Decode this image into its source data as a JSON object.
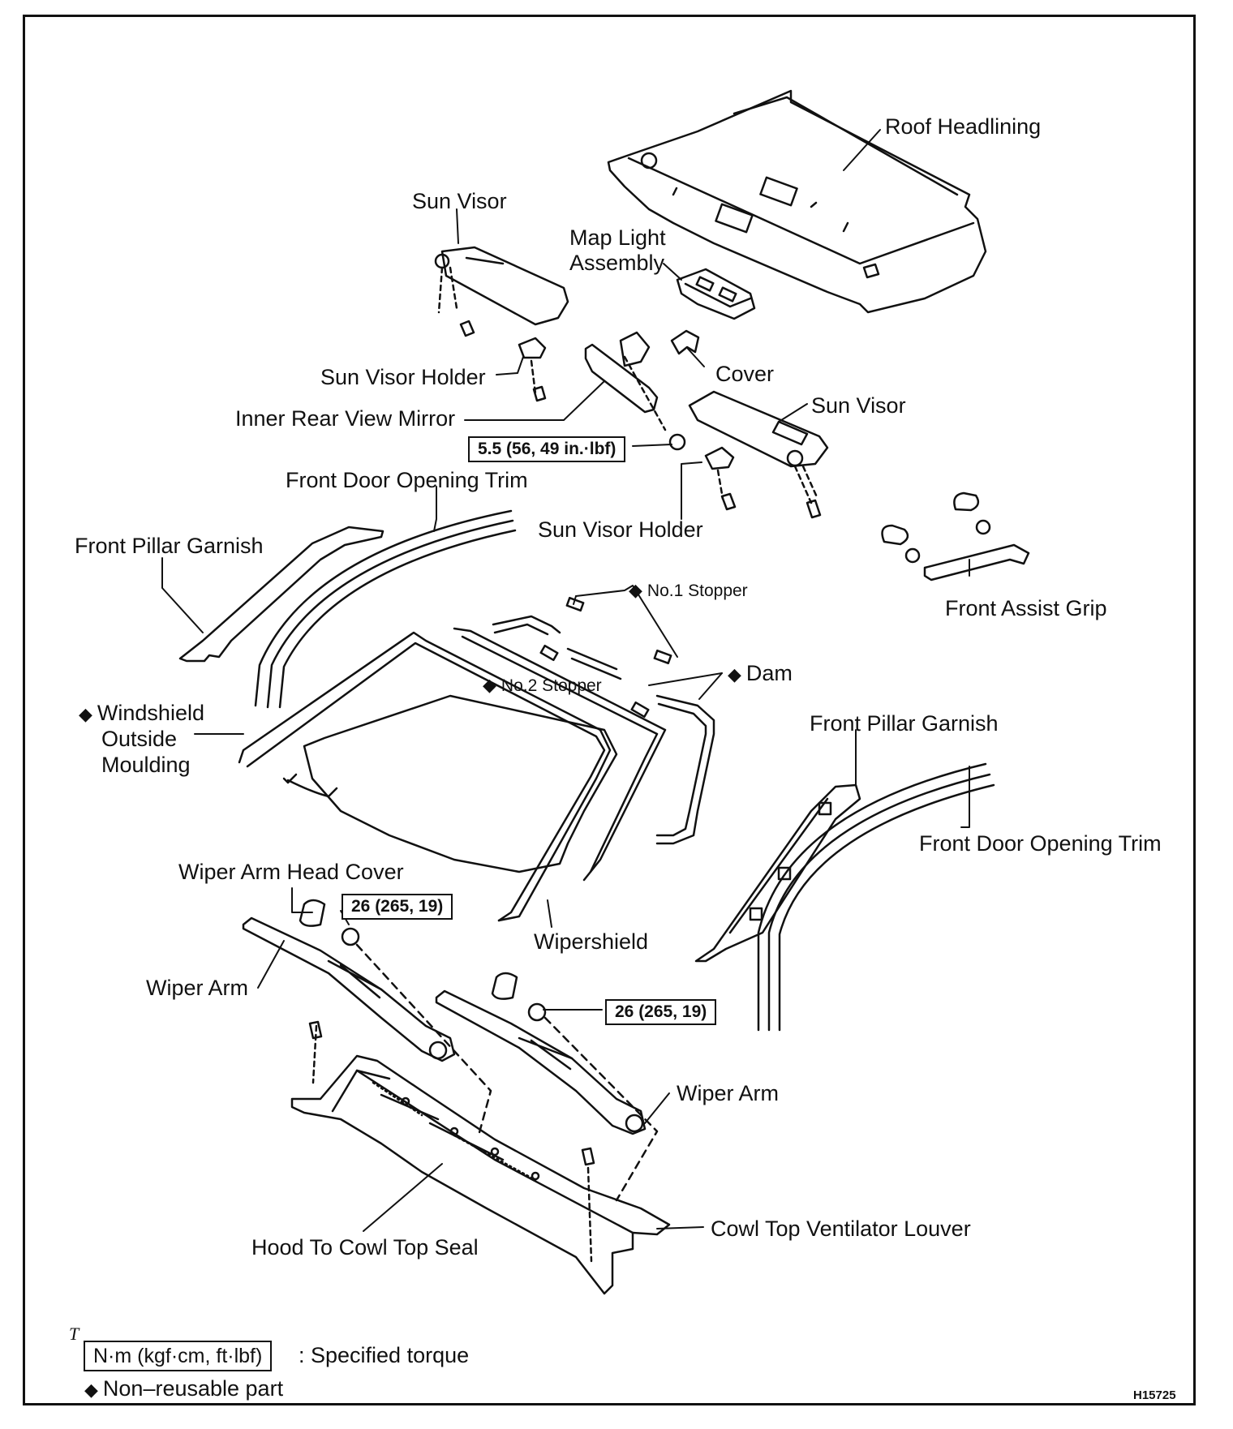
{
  "labels": {
    "roof_headlining": "Roof Headlining",
    "sun_visor_left": "Sun Visor",
    "map_light_line1": "Map Light",
    "map_light_line2": "Assembly",
    "sun_visor_holder_upper": "Sun Visor Holder",
    "cover": "Cover",
    "sun_visor_right": "Sun Visor",
    "inner_rear_view_mirror": "Inner Rear View Mirror",
    "front_door_opening_trim_upper": "Front Door Opening Trim",
    "sun_visor_holder_lower": "Sun Visor Holder",
    "front_pillar_garnish_left": "Front Pillar Garnish",
    "no1_stopper": "No.1 Stopper",
    "front_assist_grip": "Front Assist Grip",
    "dam": "Dam",
    "no2_stopper": "No.2 Stopper",
    "windshield_line1": "Windshield",
    "windshield_line2": "Outside",
    "windshield_line3": "Moulding",
    "front_pillar_garnish_right": "Front Pillar Garnish",
    "front_door_opening_trim_lower": "Front Door Opening Trim",
    "wiper_arm_head_cover": "Wiper Arm Head Cover",
    "wipershield": "Wipershield",
    "wiper_arm_left": "Wiper Arm",
    "wiper_arm_right": "Wiper Arm",
    "hood_to_cowl_top_seal": "Hood To Cowl Top Seal",
    "cowl_top_ventilator_louver": "Cowl Top Ventilator Louver"
  },
  "torque": {
    "mirror": "5.5 (56, 49 in.·lbf)",
    "wiper_left": "26 (265, 19)",
    "wiper_right": "26 (265, 19)"
  },
  "markers": {
    "non_reusable": "◆"
  },
  "legend": {
    "italic_T": "T",
    "unit_box": "N·m (kgf·cm, ft·lbf)",
    "unit_desc": ": Specified torque",
    "non_reusable": "Non–reusable part"
  },
  "figure_code": "H15725"
}
